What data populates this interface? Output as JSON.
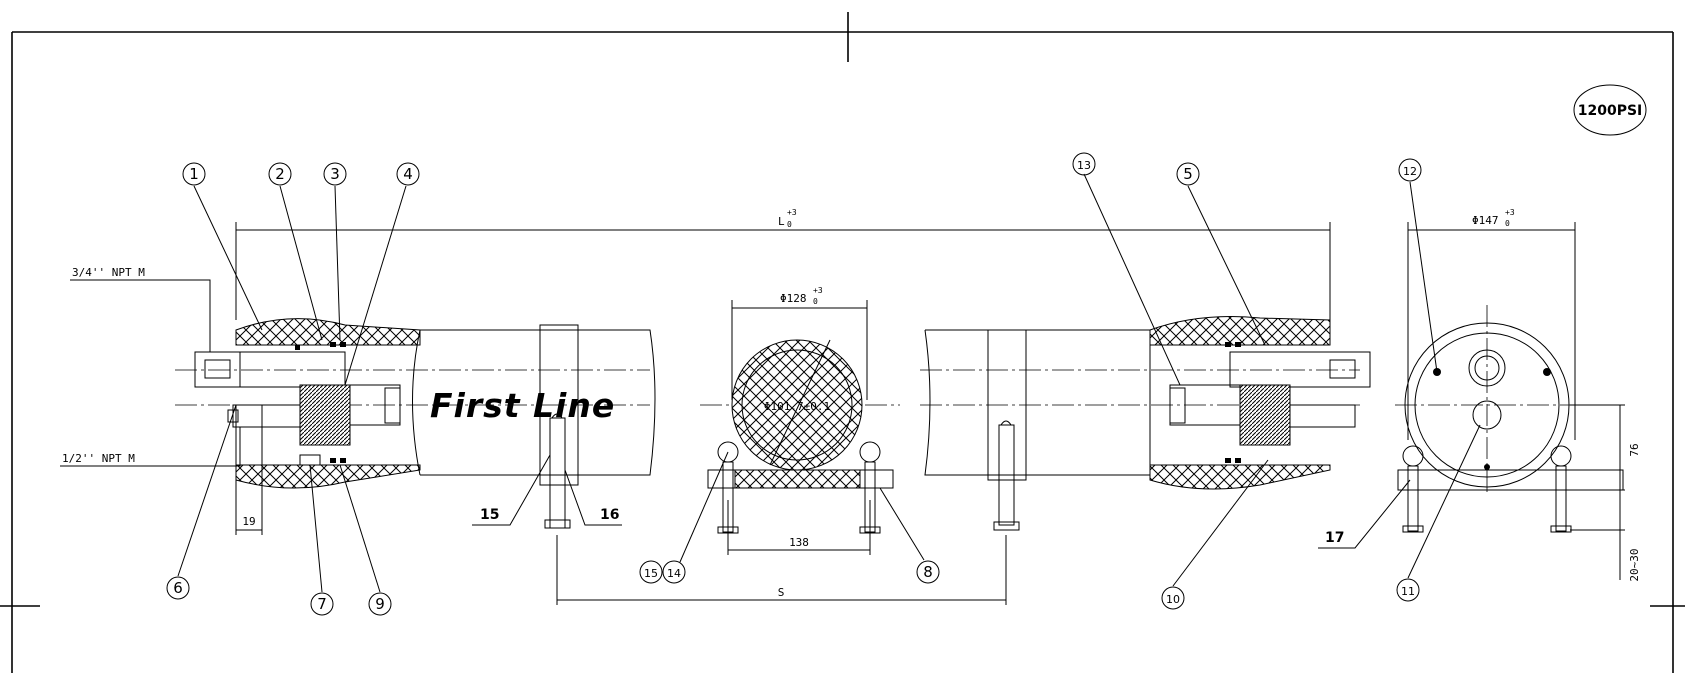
{
  "drawing": {
    "pressure_badge": "1200PSI",
    "brand": "First Line",
    "port_labels": {
      "top_port": "3/4'' NPT M",
      "bottom_port": "1/2'' NPT M"
    },
    "dimensions": {
      "overall_length": {
        "base": "L",
        "tol_upper": "+3",
        "tol_lower": "0"
      },
      "end_port_depth": "19",
      "bore_diameter": "Φ101.7±0.1",
      "shell_od": {
        "base": "Φ128",
        "tol_upper": "+3",
        "tol_lower": "0"
      },
      "foot_width": "138",
      "support_spacing": "S",
      "end_od": {
        "base": "Φ147",
        "tol_upper": "+3",
        "tol_lower": "0"
      },
      "center_height": "76",
      "foot_offset": "20~30"
    },
    "callouts": [
      {
        "id": "c1",
        "label": "1"
      },
      {
        "id": "c2",
        "label": "2"
      },
      {
        "id": "c3",
        "label": "3"
      },
      {
        "id": "c4",
        "label": "4"
      },
      {
        "id": "c5",
        "label": "5"
      },
      {
        "id": "c6",
        "label": "6"
      },
      {
        "id": "c7",
        "label": "7"
      },
      {
        "id": "c8",
        "label": "8"
      },
      {
        "id": "c9",
        "label": "9"
      },
      {
        "id": "c10",
        "label": "10"
      },
      {
        "id": "c11",
        "label": "11"
      },
      {
        "id": "c12",
        "label": "12"
      },
      {
        "id": "c13",
        "label": "13"
      },
      {
        "id": "c14",
        "label": "14"
      },
      {
        "id": "c15",
        "label": "15"
      }
    ],
    "plain_labels": {
      "p15": "15",
      "p16": "16",
      "p17": "17"
    }
  }
}
